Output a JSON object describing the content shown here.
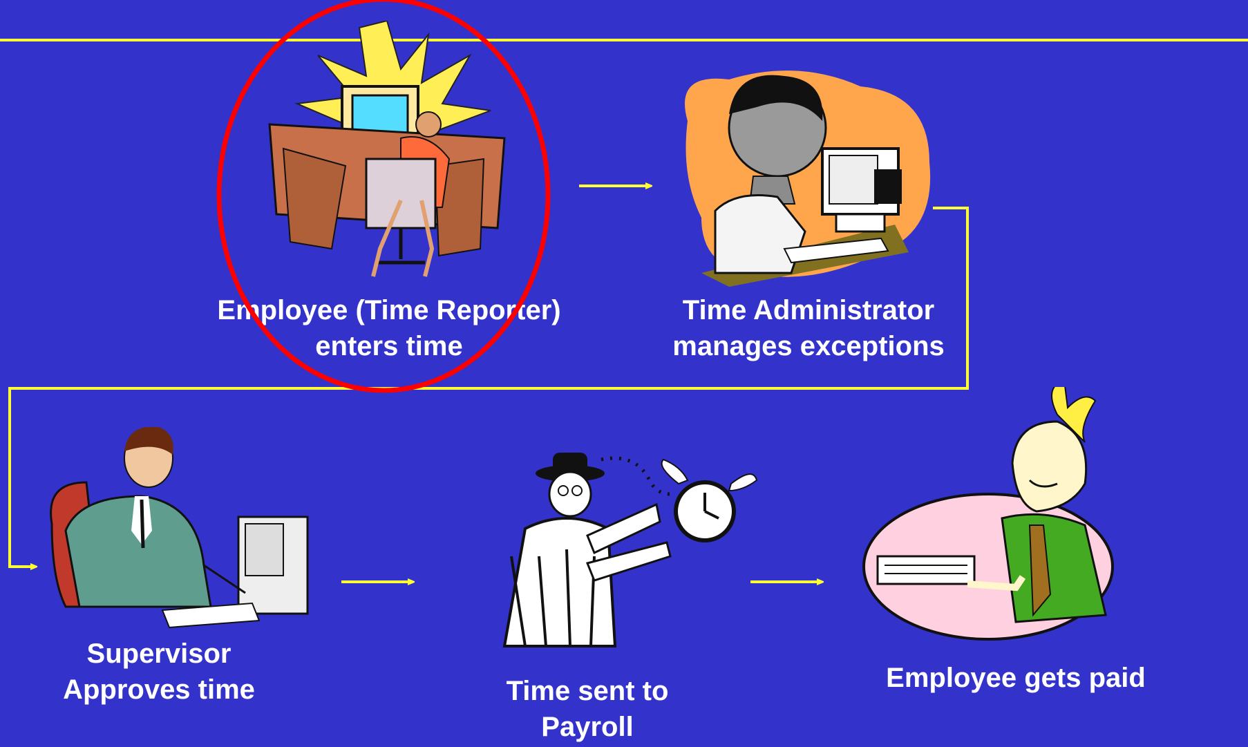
{
  "colors": {
    "background": "#3333cc",
    "connector": "#ffff33",
    "highlight": "#ff0000",
    "label_text": "#ffffff"
  },
  "steps": [
    {
      "id": "employee-enters-time",
      "lines": [
        "Employee (Time Reporter)",
        "enters time"
      ],
      "highlighted": true
    },
    {
      "id": "time-administrator",
      "lines": [
        "Time Administrator",
        "manages exceptions"
      ],
      "highlighted": false
    },
    {
      "id": "supervisor-approves",
      "lines": [
        "Supervisor",
        "Approves time"
      ],
      "highlighted": false
    },
    {
      "id": "time-sent-payroll",
      "lines": [
        "Time sent to",
        "Payroll"
      ],
      "highlighted": false
    },
    {
      "id": "employee-paid",
      "lines": [
        "Employee gets paid"
      ],
      "highlighted": false
    }
  ],
  "icons": {
    "step1": "employee-at-desk-icon",
    "step2": "administrator-at-computer-icon",
    "step3": "supervisor-at-computer-icon",
    "step4": "man-with-flying-clock-icon",
    "step5": "man-holding-paycheck-icon"
  }
}
